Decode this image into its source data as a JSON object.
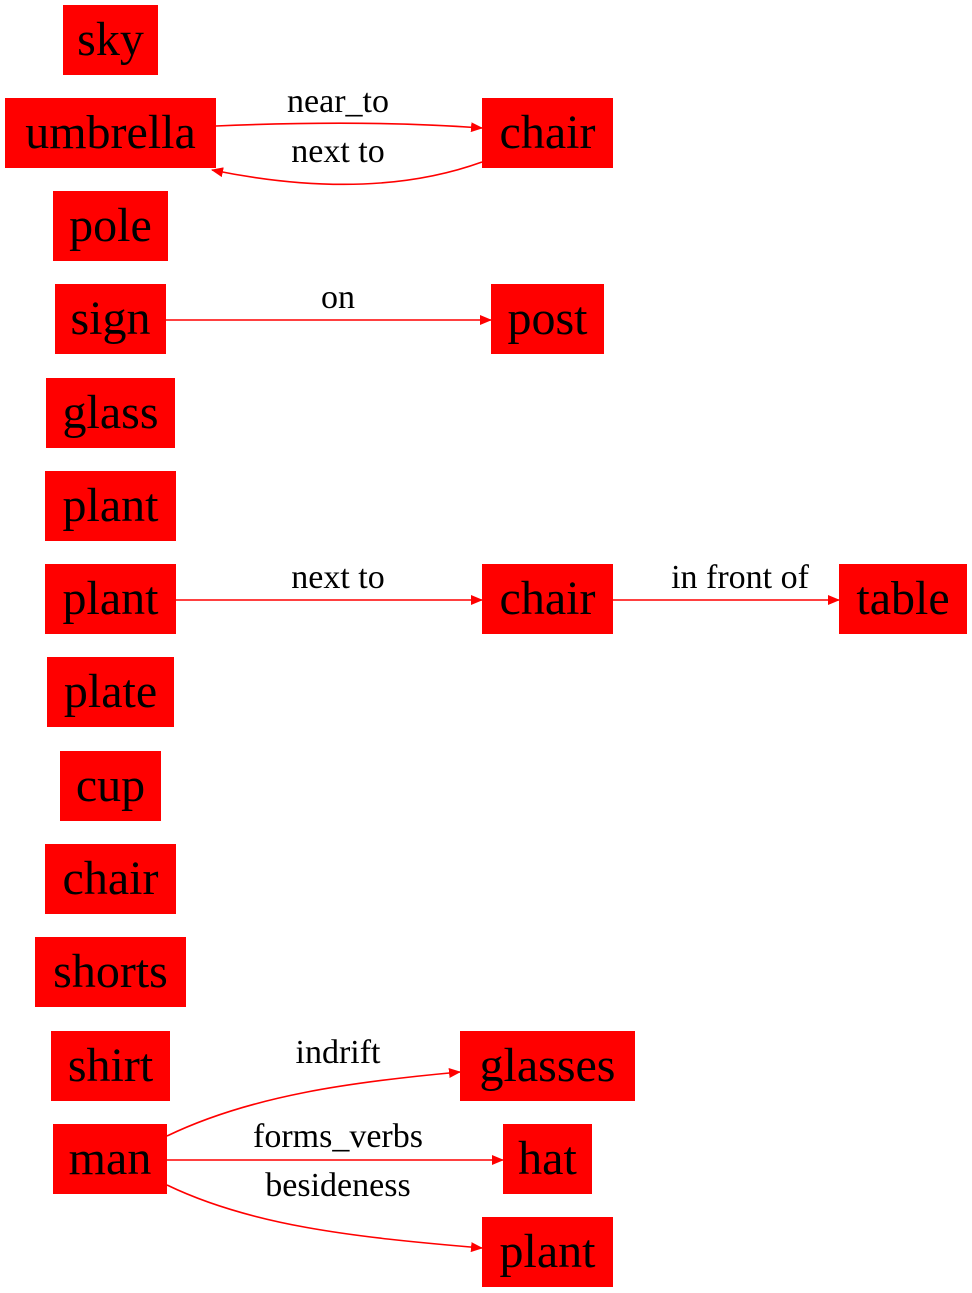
{
  "colors": {
    "node_fill": "#ff0000",
    "edge": "#ff0000",
    "text": "#000000"
  },
  "nodes": [
    {
      "id": "sky",
      "label": "sky"
    },
    {
      "id": "umbrella",
      "label": "umbrella"
    },
    {
      "id": "pole",
      "label": "pole"
    },
    {
      "id": "sign",
      "label": "sign"
    },
    {
      "id": "glass",
      "label": "glass"
    },
    {
      "id": "plant1",
      "label": "plant"
    },
    {
      "id": "plant2",
      "label": "plant"
    },
    {
      "id": "plate",
      "label": "plate"
    },
    {
      "id": "cup",
      "label": "cup"
    },
    {
      "id": "chair3",
      "label": "chair"
    },
    {
      "id": "shorts",
      "label": "shorts"
    },
    {
      "id": "shirt",
      "label": "shirt"
    },
    {
      "id": "man",
      "label": "man"
    },
    {
      "id": "chair1",
      "label": "chair"
    },
    {
      "id": "post",
      "label": "post"
    },
    {
      "id": "chair2",
      "label": "chair"
    },
    {
      "id": "glasses",
      "label": "glasses"
    },
    {
      "id": "hat",
      "label": "hat"
    },
    {
      "id": "plant3",
      "label": "plant"
    },
    {
      "id": "table",
      "label": "table"
    }
  ],
  "edges": [
    {
      "from": "umbrella",
      "to": "chair1",
      "label": "near_to"
    },
    {
      "from": "chair1",
      "to": "umbrella",
      "label": "next to"
    },
    {
      "from": "sign",
      "to": "post",
      "label": "on"
    },
    {
      "from": "plant2",
      "to": "chair2",
      "label": "next to"
    },
    {
      "from": "chair2",
      "to": "table",
      "label": "in front of"
    },
    {
      "from": "man",
      "to": "glasses",
      "label": "indrift"
    },
    {
      "from": "man",
      "to": "hat",
      "label": "forms_verbs"
    },
    {
      "from": "man",
      "to": "plant3",
      "label": "besideness"
    }
  ]
}
